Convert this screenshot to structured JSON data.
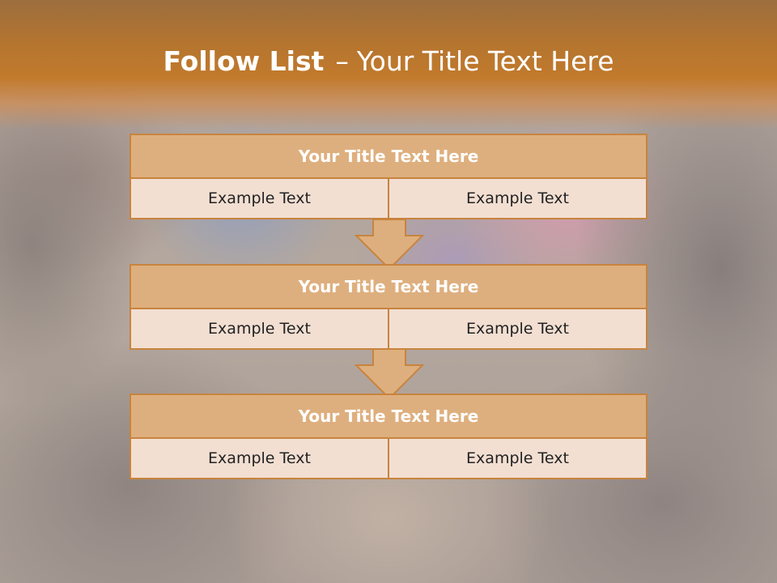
{
  "slide": {
    "title_bold": "Follow List",
    "title_dash": "–",
    "title_rest": "Your Title Text Here"
  },
  "blocks": [
    {
      "title": "Your Title Text Here",
      "left": "Example Text",
      "right": "Example Text"
    },
    {
      "title": "Your Title Text Here",
      "left": "Example Text",
      "right": "Example Text"
    },
    {
      "title": "Your Title Text Here",
      "left": "Example Text",
      "right": "Example Text"
    }
  ],
  "colors": {
    "header": "#c27a2c",
    "block_title_fill": "#deaf7e",
    "block_cell_fill": "#f2dfd2",
    "border": "#c8843e"
  },
  "icons": {
    "flow_arrow": "down-arrow-icon"
  }
}
